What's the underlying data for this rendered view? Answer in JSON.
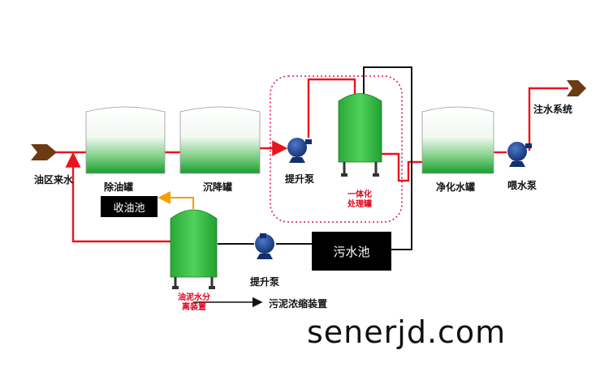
{
  "labels": {
    "inlet": "油区来水",
    "oil_removal_tank": "除油罐",
    "settling_tank": "沉降罐",
    "lift_pump_1": "提升泵",
    "integrated_tank": "一体化\n处理罐",
    "clean_water_tank": "净化水罐",
    "feed_pump": "喂水泵",
    "injection_system": "注水系统",
    "oil_collection_tank": "收油池",
    "oil_sludge_separator": "油泥水分\n离装置",
    "lift_pump_2": "提升泵",
    "sewage_pool": "污水池",
    "sludge_thickener": "污泥浓缩装置"
  },
  "watermark": "senerjd.com",
  "colors": {
    "pipe_red": "#e8141e",
    "pipe_black": "#111111",
    "pipe_orange": "#f5a000",
    "tank_green": "#2db83d",
    "pump_blue": "#1c3f8c",
    "arrow_brown": "#6b3b12",
    "dotted_box": "#d61a5a"
  }
}
